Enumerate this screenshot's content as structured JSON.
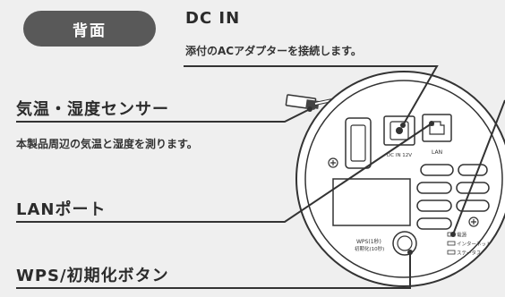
{
  "badge": "背面",
  "labels": {
    "dcin": {
      "title": "DC IN",
      "desc": "添付のACアダプターを接続します。"
    },
    "sensor": {
      "title": "気温・湿度センサー",
      "desc": "本製品周辺の気温と湿度を測ります。"
    },
    "lan": {
      "title": "LANポート"
    },
    "wps": {
      "title": "WPS/初期化ボタン"
    }
  },
  "device": {
    "port_dcin": "DC IN 12V",
    "port_lan": "LAN",
    "wps_label_1": "WPS(1秒)",
    "wps_label_2": "初期化(10秒)",
    "led_power": "電源",
    "led_internet": "インターネット",
    "led_status": "ステータス"
  },
  "colors": {
    "badge": "#595959",
    "background": "#efefef",
    "line": "#3a3a3a"
  }
}
